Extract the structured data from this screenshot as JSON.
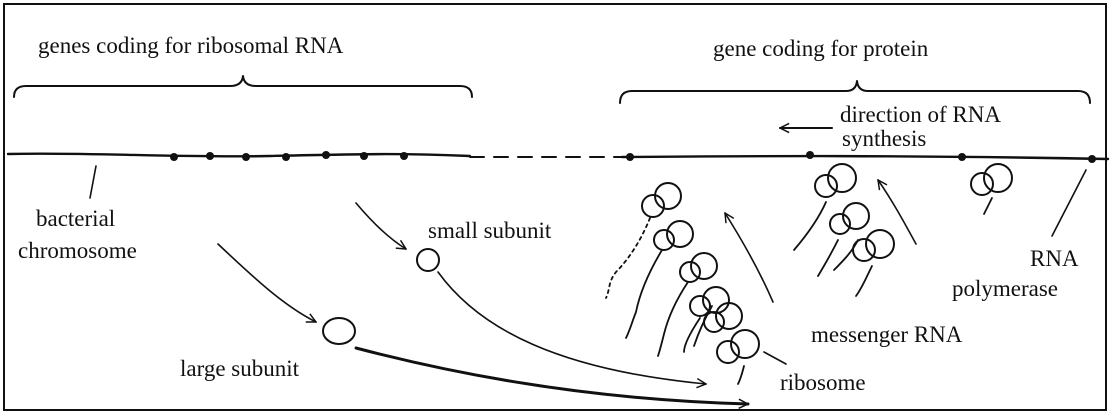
{
  "labels": {
    "genes_rrna": "genes coding for ribosomal RNA",
    "gene_protein": "gene coding for protein",
    "direction_line1": "direction of RNA",
    "direction_line2": "synthesis",
    "bacterial": "bacterial",
    "chromosome": "chromosome",
    "small_subunit": "small subunit",
    "large_subunit": "large subunit",
    "ribosome": "ribosome",
    "messenger_rna": "messenger RNA",
    "rna_line1": "RNA",
    "rna_line2": "polymerase"
  },
  "colors": {
    "ink": "#111111",
    "background": "#ffffff"
  }
}
